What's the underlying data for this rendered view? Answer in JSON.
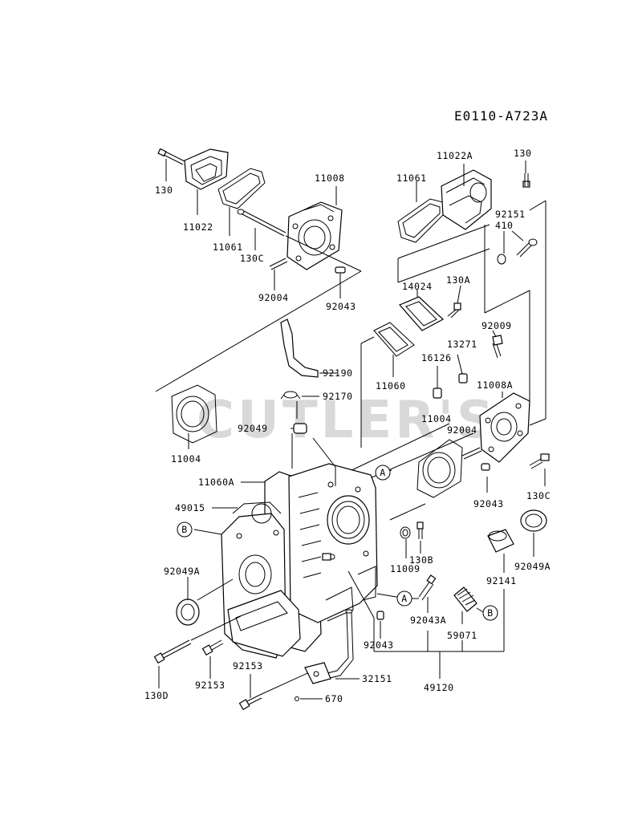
{
  "diagram_code": "E0110-A723A",
  "watermark": "CUTLER'S",
  "callouts": {
    "a1": "A",
    "a2": "A",
    "b1": "B",
    "b2": "B"
  },
  "labels": {
    "l130_top": "130",
    "l11022": "11022",
    "l11061_l": "11061",
    "l130c_top": "130C",
    "l11008": "11008",
    "l92004_top": "92004",
    "l92043_top": "92043",
    "l11022a": "11022A",
    "l130_tr": "130",
    "l11061_r": "11061",
    "l92151": "92151",
    "l410": "410",
    "l14024": "14024",
    "l130a": "130A",
    "l92009": "92009",
    "l13271": "13271",
    "l92190": "92190",
    "l11060": "11060",
    "l16126": "16126",
    "l92170": "92170",
    "l11008a": "11008A",
    "l11004_r": "11004",
    "l92004_r": "92004",
    "l92049": "92049",
    "l11004_l": "11004",
    "l11060a": "11060A",
    "l130c_r": "130C",
    "l49015": "49015",
    "l92043_r": "92043",
    "l92049a_r": "92049A",
    "l130b": "130B",
    "l11009": "11009",
    "l92141": "92141",
    "l92049a_l": "92049A",
    "l92043a": "92043A",
    "l59071": "59071",
    "l92043_b": "92043",
    "l92153_a": "92153",
    "l92153_b": "92153",
    "l130d": "130D",
    "l32151": "32151",
    "l49120": "49120",
    "l670": "670"
  }
}
